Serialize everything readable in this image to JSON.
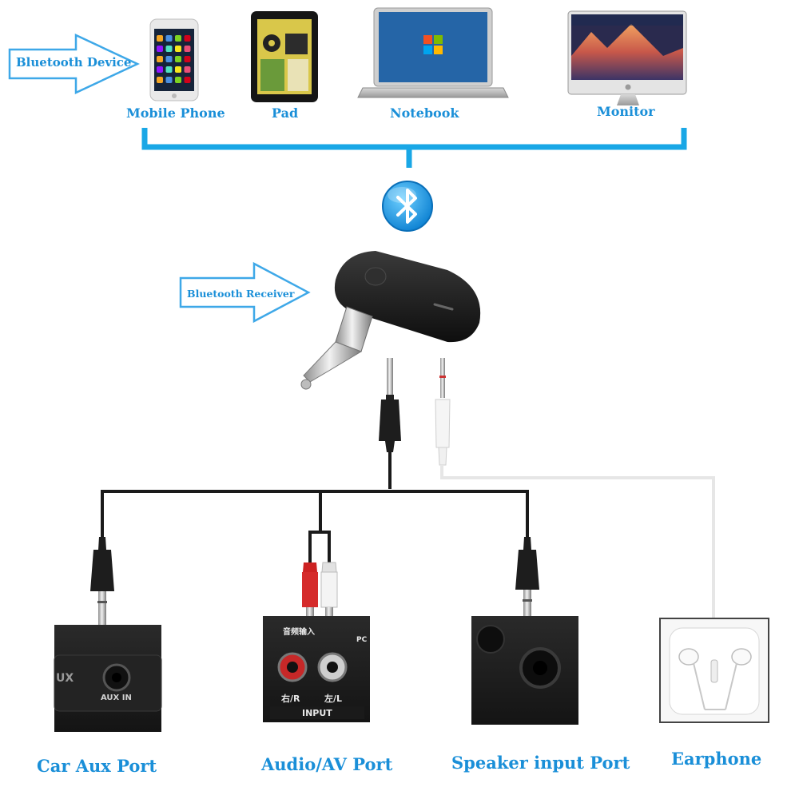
{
  "arrows": {
    "bluetooth_device": "Bluetooth Device",
    "bluetooth_receiver": "Bluetooth Receiver"
  },
  "devices": {
    "mobile_phone": "Mobile Phone",
    "pad": "Pad",
    "notebook": "Notebook",
    "monitor": "Monitor"
  },
  "outputs": {
    "car_aux": "Car Aux Port",
    "audio_av": "Audio/AV Port",
    "speaker": "Speaker input Port",
    "earphone": "Earphone"
  },
  "panel_text": {
    "ux": "UX",
    "aux_in": "AUX IN",
    "audio_input_cn": "音频输入",
    "pc": "PC",
    "right": "右/R",
    "left": "左/L",
    "input": "INPUT"
  },
  "colors": {
    "accent": "#1a8fd8",
    "bracket": "#19a7e6",
    "cable": "#1a1a1a",
    "white_cable": "#e6e6e6"
  },
  "icons": {
    "bluetooth": "bluetooth-icon",
    "apple": "apple-logo",
    "windows": "windows-logo"
  }
}
